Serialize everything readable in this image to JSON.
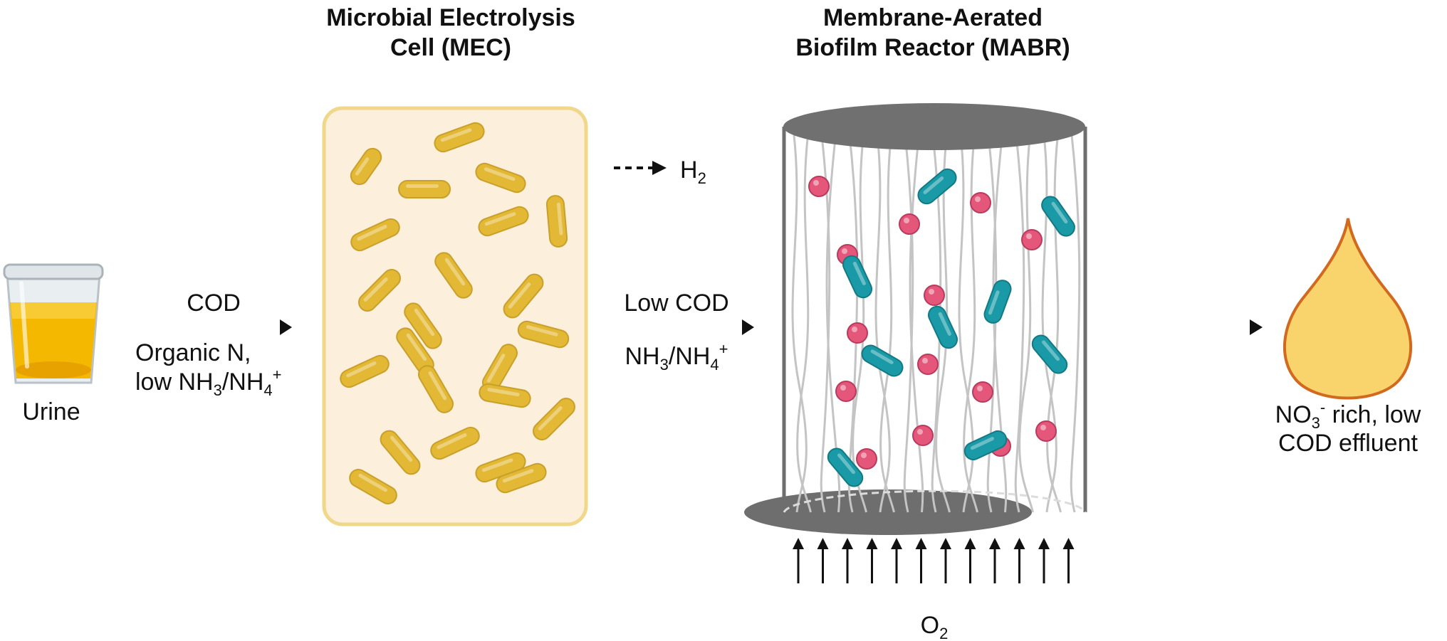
{
  "source": {
    "label": "Urine"
  },
  "mec": {
    "title_line1": "Microbial Electrolysis",
    "title_line2": "Cell (MEC)",
    "gas": {
      "base": "H",
      "sub": "2"
    }
  },
  "arrow1": {
    "top": "COD",
    "bottom_line1": "Organic N,",
    "bottom_line2_prefix": "low NH",
    "bottom_line2_sub1": "3",
    "bottom_line2_mid": "/NH",
    "bottom_line2_sub2": "4",
    "bottom_line2_sup": "+"
  },
  "arrow2": {
    "top": "Low COD",
    "bottom_prefix": "NH",
    "bottom_sub1": "3",
    "bottom_mid": "/NH",
    "bottom_sub2": "4",
    "bottom_sup": "+"
  },
  "mabr": {
    "title_line1": "Membrane-Aerated",
    "title_line2": "Biofilm Reactor (MABR)",
    "gas": {
      "base": "O",
      "sub": "2"
    }
  },
  "effluent": {
    "line1_prefix": "NO",
    "line1_sub": "3",
    "line1_sup": "-",
    "line1_suffix": " rich, low",
    "line2": "COD effluent"
  },
  "colors": {
    "urine": "#f5b800",
    "mec_fill": "#fcefdc",
    "mec_border": "#f0d78a",
    "bacteria_yellow": "#e2b834",
    "bacteria_teal": "#1a9aa6",
    "cocci_pink": "#e4567a",
    "reactor_gray": "#7a7a7a",
    "droplet_fill": "#f9d46c",
    "droplet_border": "#d2691e"
  }
}
